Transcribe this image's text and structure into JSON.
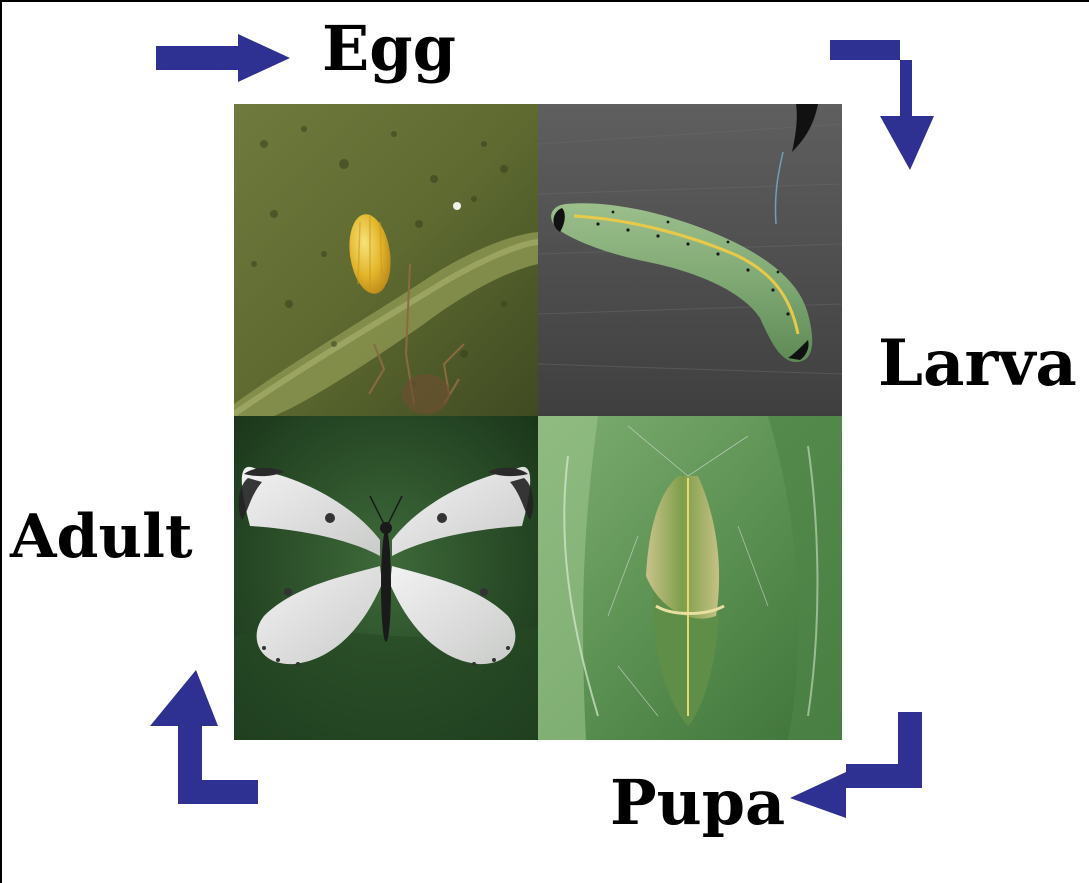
{
  "diagram": {
    "arrow_color": "#2e3192",
    "stages": {
      "egg": {
        "label": "Egg",
        "photo": "egg-on-leaf-photo"
      },
      "larva": {
        "label": "Larva",
        "photo": "caterpillar-photo"
      },
      "pupa": {
        "label": "Pupa",
        "photo": "chrysalis-photo"
      },
      "adult": {
        "label": "Adult",
        "photo": "white-butterfly-photo"
      }
    },
    "arrows": [
      "arrow-adult-to-egg",
      "arrow-egg-to-larva",
      "arrow-larva-to-pupa",
      "arrow-pupa-to-adult"
    ]
  }
}
